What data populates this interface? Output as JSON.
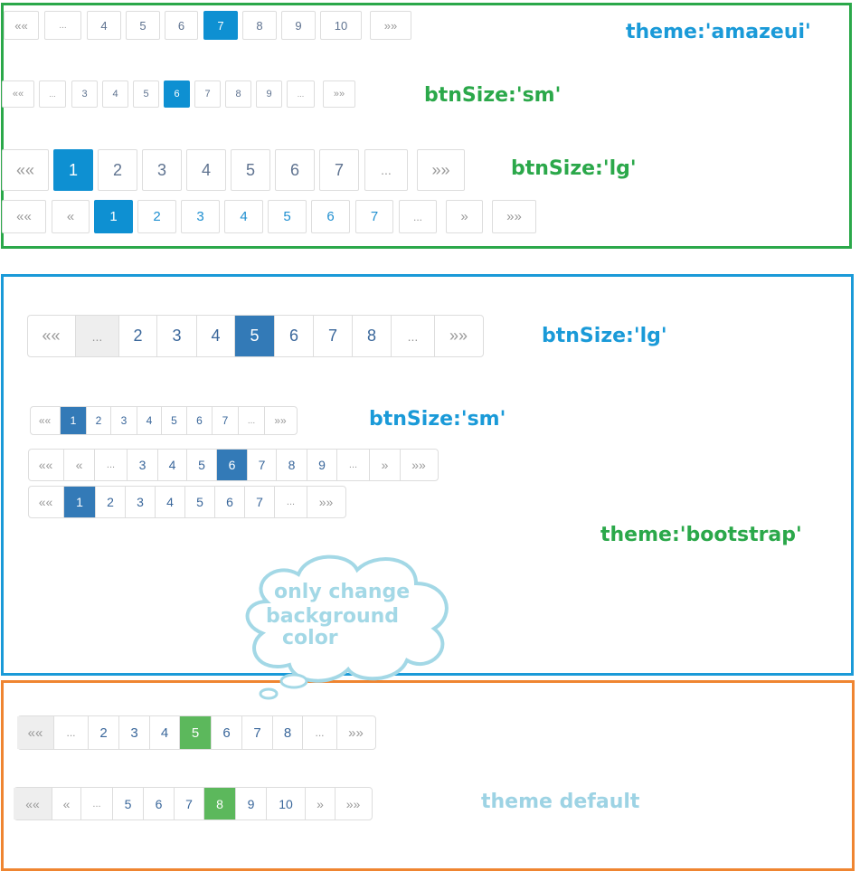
{
  "colors": {
    "amazeui_active": "#0e90d2",
    "bootstrap_active": "#337ab7",
    "default_active": "#5cb85c",
    "green": "#2ba84a",
    "blue": "#1a9ad8",
    "orange": "#ef8531",
    "light_blue": "#9dd3e4"
  },
  "amazeui": {
    "title": "theme:'amazeui'",
    "sm_label": "btnSize:'sm'",
    "lg_label": "btnSize:'lg'",
    "rows": [
      {
        "items": [
          "««",
          "...",
          "4",
          "5",
          "6",
          "7",
          "8",
          "9",
          "10",
          "»»"
        ],
        "active": 5
      },
      {
        "items": [
          "««",
          "...",
          "3",
          "4",
          "5",
          "6",
          "7",
          "8",
          "9",
          "...",
          "»»"
        ],
        "active": 5
      },
      {
        "items": [
          "««",
          "1",
          "2",
          "3",
          "4",
          "5",
          "6",
          "7",
          "...",
          "»»"
        ],
        "active": 1
      },
      {
        "items": [
          "««",
          "«",
          "1",
          "2",
          "3",
          "4",
          "5",
          "6",
          "7",
          "...",
          "»",
          "»»"
        ],
        "active": 2
      }
    ]
  },
  "bootstrap": {
    "title": "theme:'bootstrap'",
    "lg_label": "btnSize:'lg'",
    "sm_label": "btnSize:'sm'",
    "rows": [
      {
        "items": [
          "««",
          "...",
          "2",
          "3",
          "4",
          "5",
          "6",
          "7",
          "8",
          "...",
          "»»"
        ],
        "active": 5
      },
      {
        "items": [
          "««",
          "1",
          "2",
          "3",
          "4",
          "5",
          "6",
          "7",
          "...",
          "»»"
        ],
        "active": 1
      },
      {
        "items": [
          "««",
          "«",
          "...",
          "3",
          "4",
          "5",
          "6",
          "7",
          "8",
          "9",
          "...",
          "»",
          "»»"
        ],
        "active": 6
      },
      {
        "items": [
          "««",
          "1",
          "2",
          "3",
          "4",
          "5",
          "6",
          "7",
          "...",
          "»»"
        ],
        "active": 1
      }
    ],
    "note": [
      "only change",
      "background",
      "color"
    ]
  },
  "default": {
    "title": "theme default",
    "rows": [
      {
        "items": [
          "««",
          "...",
          "2",
          "3",
          "4",
          "5",
          "6",
          "7",
          "8",
          "...",
          "»»"
        ],
        "active": 5
      },
      {
        "items": [
          "««",
          "«",
          "...",
          "5",
          "6",
          "7",
          "8",
          "9",
          "10",
          "»",
          "»»"
        ],
        "active": 6
      }
    ]
  }
}
